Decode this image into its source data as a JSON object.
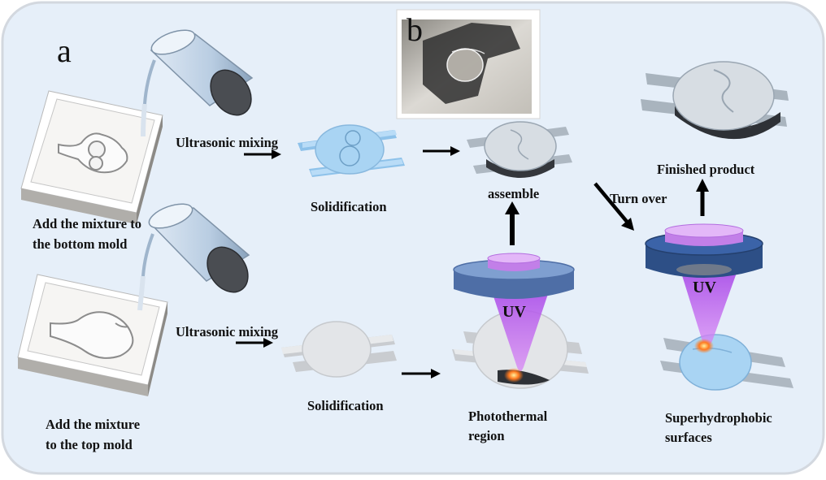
{
  "panels": {
    "a": "a",
    "b": "b"
  },
  "labels": {
    "ultrasonic_top": "Ultrasonic mixing",
    "ultrasonic_bottom": "Ultrasonic mixing",
    "solidification_top": "Solidification",
    "solidification_bottom": "Solidification",
    "add_bottom_line1": "Add the mixture to",
    "add_bottom_line2": "the bottom mold",
    "add_top_line1": "Add the mixture",
    "add_top_line2": "to the top mold",
    "assemble": "assemble",
    "turn_over": "Turn over",
    "finished_product": "Finished product",
    "photothermal_line1": "Photothermal",
    "photothermal_line2": "region",
    "superhydrophobic_line1": "Superhydrophobic",
    "superhydrophobic_line2": "surfaces",
    "uv_left": "UV",
    "uv_right": "UV"
  },
  "colors": {
    "background": "#e6eff9",
    "frame": "#d9dde3",
    "part_blue": "#a9d4f3",
    "part_gray": "#e3e5e8",
    "part_dark": "#3a3d42",
    "ring_blue": "#5574a8",
    "ring_dark": "#2d4f86",
    "uv_beam": "#c061f0",
    "laser_spot": "#ff7a1f",
    "arrow": "#000000"
  }
}
